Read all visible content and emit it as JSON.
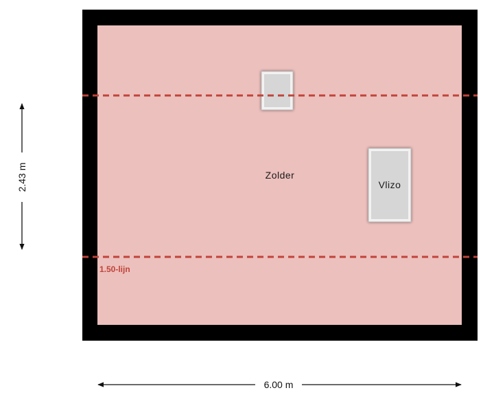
{
  "floorplan": {
    "room_label": "Zolder",
    "hatch_label": "Vlizo",
    "line_label": "1.50-lijn",
    "width_dimension": "6.00 m",
    "height_dimension": "2.43 m",
    "colors": {
      "wall": "#000000",
      "floor": "#ecc0bd",
      "dashed_line": "#c0443a",
      "fixture_fill": "#d6d6d6",
      "fixture_border": "#f2f2f2"
    }
  }
}
